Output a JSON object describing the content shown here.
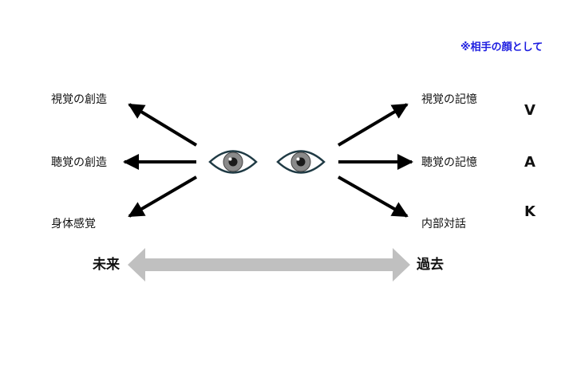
{
  "note": "※相手の顔として",
  "left_labels": {
    "visual_create": "視覚の創造",
    "auditory_create": "聴覚の創造",
    "kinesthetic": "身体感覚"
  },
  "right_labels": {
    "visual_memory": "視覚の記憶",
    "auditory_memory": "聴覚の記憶",
    "internal_dialogue": "内部対話"
  },
  "vak": {
    "v": "V",
    "a": "A",
    "k": "K"
  },
  "timeline": {
    "future": "未来",
    "past": "過去"
  },
  "colors": {
    "note": "#1d1de0",
    "timeline_arrow": "#c0c0c0",
    "iris": "#8a8a8a",
    "eye_outline": "#1f3a44"
  }
}
